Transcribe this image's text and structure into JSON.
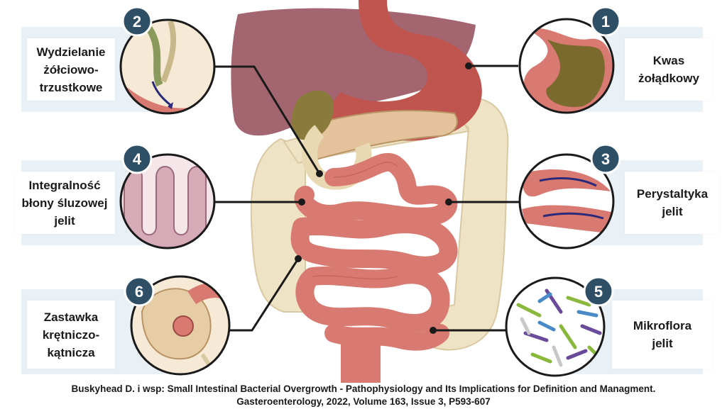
{
  "labels": {
    "l1": {
      "number": "1",
      "line1": "Kwas",
      "line2": "żołądkowy"
    },
    "l2": {
      "number": "2",
      "line1": "Wydzielanie",
      "line2": "żółciowo-",
      "line3": "trzustkowe"
    },
    "l3": {
      "number": "3",
      "line1": "Perystaltyka",
      "line2": "jelit"
    },
    "l4": {
      "number": "4",
      "line1": "Integralność",
      "line2": "błony śluzowej",
      "line3": "jelit"
    },
    "l5": {
      "number": "5",
      "line1": "Mikroflora",
      "line2": "jelit"
    },
    "l6": {
      "number": "6",
      "line1": "Zastawka",
      "line2": "krętniczo-",
      "line3": "kątnicza"
    }
  },
  "citation": {
    "line1": "Buskyhead D. i wsp: Small Intestinal Bacterial Overgrowth - Pathophysiology and Its Implications for Definition and Managment.",
    "line2": "Gasteroenterology, 2022, Volume 163, Issue 3, P593-607"
  },
  "colors": {
    "badge": "#2f4f66",
    "liver": "#9e5d68",
    "stomach": "#c0554f",
    "intestine": "#d97a72",
    "colon": "#efe3c5",
    "band": "#e9f1f6",
    "leader": "#1a1a1a"
  }
}
